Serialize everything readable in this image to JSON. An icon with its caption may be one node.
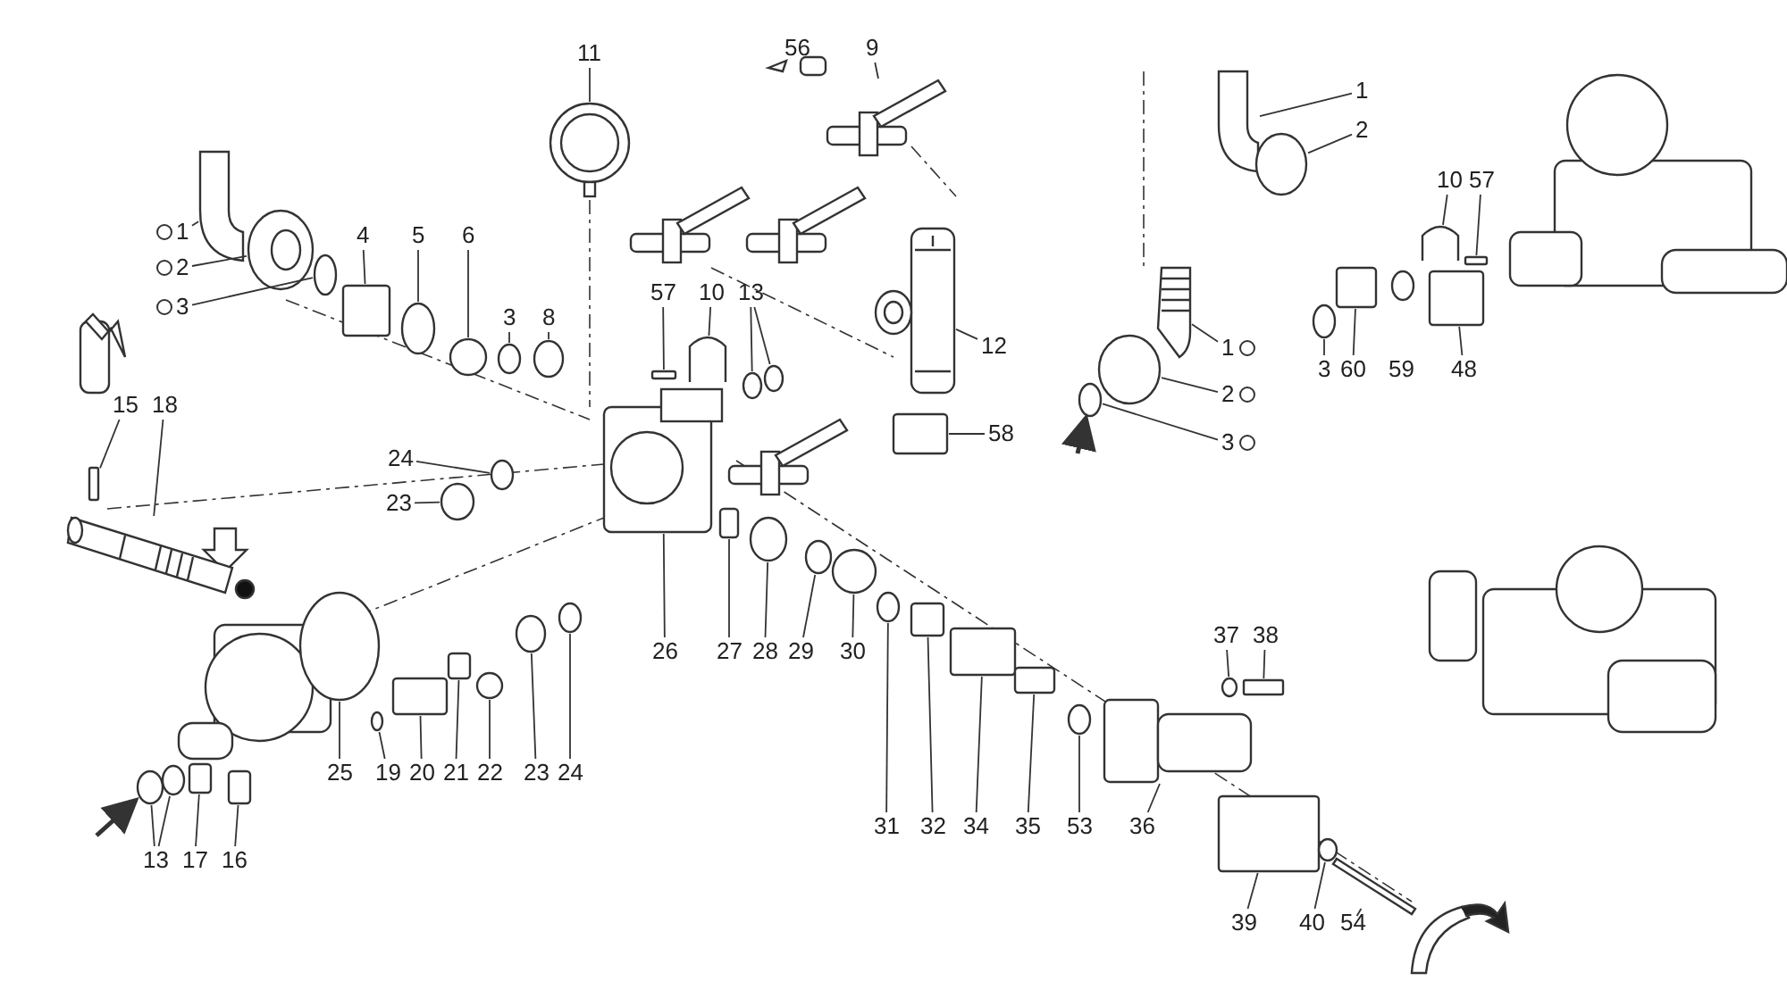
{
  "diagram": {
    "nodes": [
      {
        "text": [
          "11"
        ]
      },
      {
        "text": [
          "9"
        ]
      },
      {
        "text": [
          "1"
        ]
      },
      {
        "text": [
          "2"
        ]
      },
      {
        "text": [
          "3"
        ]
      },
      {
        "text": [
          "4"
        ]
      },
      {
        "text": [
          "5"
        ]
      },
      {
        "text": [
          "6"
        ]
      },
      {
        "text": [
          "3"
        ]
      },
      {
        "text": [
          "8"
        ]
      },
      {
        "text": [
          "57"
        ]
      },
      {
        "text": [
          "10"
        ]
      },
      {
        "text": [
          "13"
        ]
      },
      {
        "text": [
          "12"
        ]
      },
      {
        "text": [
          "58"
        ]
      },
      {
        "text": [
          "15"
        ]
      },
      {
        "text": [
          "18"
        ]
      },
      {
        "text": [
          "24"
        ]
      },
      {
        "text": [
          "23"
        ]
      },
      {
        "text": [
          "26"
        ]
      },
      {
        "text": [
          "27"
        ]
      },
      {
        "text": [
          "28"
        ]
      },
      {
        "text": [
          "29"
        ]
      },
      {
        "text": [
          "30"
        ]
      },
      {
        "text": [
          "25"
        ]
      },
      {
        "text": [
          "19"
        ]
      },
      {
        "text": [
          "20"
        ]
      },
      {
        "text": [
          "21"
        ]
      },
      {
        "text": [
          "22"
        ]
      },
      {
        "text": [
          "23"
        ]
      },
      {
        "text": [
          "24"
        ]
      },
      {
        "text": [
          "13"
        ]
      },
      {
        "text": [
          "17"
        ]
      },
      {
        "text": [
          "16"
        ]
      },
      {
        "text": [
          "31"
        ]
      },
      {
        "text": [
          "32"
        ]
      },
      {
        "text": [
          "34"
        ]
      },
      {
        "text": [
          "35"
        ]
      },
      {
        "text": [
          "53"
        ]
      },
      {
        "text": [
          "36"
        ]
      },
      {
        "text": [
          "37"
        ]
      },
      {
        "text": [
          "38"
        ]
      },
      {
        "text": [
          "39"
        ]
      },
      {
        "text": [
          "40"
        ]
      },
      {
        "text": [
          "54"
        ]
      },
      {
        "text": [
          "1"
        ]
      },
      {
        "text": [
          "2"
        ]
      },
      {
        "text": [
          "10"
        ]
      },
      {
        "text": [
          "57"
        ]
      },
      {
        "text": [
          "3"
        ]
      },
      {
        "text": [
          "60"
        ]
      },
      {
        "text": [
          "48"
        ]
      },
      {
        "text": [
          "1"
        ]
      },
      {
        "text": [
          "2"
        ]
      },
      {
        "text": [
          "3"
        ]
      },
      {
        "text": [],
        "shape": "picture"
      },
      {
        "text": [],
        "shape": "picture"
      },
      {
        "text": [],
        "shape": "picture"
      },
      {
        "text": [],
        "shape": "circle"
      },
      {
        "text": [],
        "shape": "circle"
      },
      {
        "text": [],
        "shape": "box"
      },
      {
        "text": [],
        "shape": "circle"
      },
      {
        "text": [],
        "shape": "circle"
      },
      {
        "text": [],
        "shape": "circle"
      },
      {
        "text": [],
        "shape": "circle"
      },
      {
        "text": [],
        "shape": "bar"
      },
      {
        "text": [],
        "shape": "picture"
      },
      {
        "text": [],
        "shape": "circle"
      },
      {
        "text": [],
        "shape": "picture"
      },
      {
        "text": [],
        "shape": "box"
      },
      {
        "text": [],
        "shape": "bar"
      },
      {
        "text": [],
        "shape": "picture"
      },
      {
        "text": [],
        "shape": "circle"
      },
      {
        "text": [],
        "shape": "circle"
      },
      {
        "text": [],
        "shape": "picture"
      },
      {
        "text": [],
        "shape": "box"
      },
      {
        "text": [],
        "shape": "circle"
      },
      {
        "text": [],
        "shape": "circle"
      },
      {
        "text": [],
        "shape": "circle"
      },
      {
        "text": [],
        "shape": "circle"
      },
      {
        "text": [],
        "shape": "circle"
      },
      {
        "text": [],
        "shape": "box"
      },
      {
        "text": [],
        "shape": "box"
      },
      {
        "text": [],
        "shape": "circle"
      },
      {
        "text": [],
        "shape": "circle"
      },
      {
        "text": [],
        "shape": "circle"
      },
      {
        "text": [],
        "shape": "circle"
      },
      {
        "text": [],
        "shape": "box"
      },
      {
        "text": [],
        "shape": "box"
      },
      {
        "text": [],
        "shape": "circle"
      },
      {
        "text": [],
        "shape": "box"
      },
      {
        "text": [],
        "shape": "box"
      },
      {
        "text": [],
        "shape": "box"
      },
      {
        "text": [],
        "shape": "circle"
      },
      {
        "text": [],
        "shape": "picture"
      },
      {
        "text": [],
        "shape": "circle"
      },
      {
        "text": [],
        "shape": "bar"
      },
      {
        "text": [],
        "shape": "box"
      },
      {
        "text": [],
        "shape": "circle"
      },
      {
        "text": [],
        "shape": "bar"
      },
      {
        "text": [],
        "shape": "picture"
      },
      {
        "text": [],
        "shape": "circle"
      },
      {
        "text": [],
        "shape": "picture"
      },
      {
        "text": [],
        "shape": "bar"
      },
      {
        "text": [],
        "shape": "circle"
      },
      {
        "text": [],
        "shape": "box"
      },
      {
        "text": [],
        "shape": "box"
      },
      {
        "text": [],
        "shape": "picture"
      },
      {
        "text": [],
        "shape": "circle"
      },
      {
        "text": [],
        "shape": "circle"
      },
      {
        "text": [],
        "shape": "circle"
      },
      {
        "text": [],
        "shape": "circle"
      }
    ],
    "edges": [
      {
        "from": 0,
        "to": 55,
        "arrow": "none"
      },
      {
        "from": 1,
        "to": 56,
        "arrow": "none"
      },
      {
        "from": 2,
        "to": 57,
        "arrow": "none"
      },
      {
        "from": 3,
        "to": 58,
        "arrow": "none"
      },
      {
        "from": 4,
        "to": 59,
        "arrow": "none"
      },
      {
        "from": 5,
        "to": 60,
        "arrow": "none"
      },
      {
        "from": 6,
        "to": 61,
        "arrow": "none"
      },
      {
        "from": 7,
        "to": 62,
        "arrow": "none"
      },
      {
        "from": 8,
        "to": 63,
        "arrow": "none"
      },
      {
        "from": 9,
        "to": 64,
        "arrow": "none"
      },
      {
        "from": 10,
        "to": 65,
        "arrow": "none"
      },
      {
        "from": 11,
        "to": 66,
        "arrow": "none"
      },
      {
        "from": 12,
        "to": 67,
        "arrow": "none"
      },
      {
        "from": 13,
        "to": 68,
        "arrow": "none"
      },
      {
        "from": 14,
        "to": 69,
        "arrow": "none"
      },
      {
        "from": 15,
        "to": 70,
        "arrow": "none"
      },
      {
        "from": 16,
        "to": 71,
        "arrow": "none"
      },
      {
        "from": 17,
        "to": 72,
        "arrow": "none"
      },
      {
        "from": 18,
        "to": 73,
        "arrow": "none"
      },
      {
        "from": 19,
        "to": 74,
        "arrow": "none"
      },
      {
        "from": 20,
        "to": 75,
        "arrow": "none"
      },
      {
        "from": 21,
        "to": 76,
        "arrow": "none"
      },
      {
        "from": 22,
        "to": 77,
        "arrow": "none"
      },
      {
        "from": 23,
        "to": 78,
        "arrow": "none"
      },
      {
        "from": 24,
        "to": 79,
        "arrow": "none"
      },
      {
        "from": 25,
        "to": 80,
        "arrow": "none"
      },
      {
        "from": 26,
        "to": 81,
        "arrow": "none"
      },
      {
        "from": 27,
        "to": 82,
        "arrow": "none"
      },
      {
        "from": 28,
        "to": 83,
        "arrow": "none"
      },
      {
        "from": 29,
        "to": 84,
        "arrow": "none"
      },
      {
        "from": 30,
        "to": 85,
        "arrow": "none"
      },
      {
        "from": 31,
        "to": 86,
        "arrow": "none"
      },
      {
        "from": 32,
        "to": 87,
        "arrow": "none"
      },
      {
        "from": 33,
        "to": 88,
        "arrow": "none"
      },
      {
        "from": 34,
        "to": 89,
        "arrow": "none"
      },
      {
        "from": 35,
        "to": 90,
        "arrow": "none"
      },
      {
        "from": 36,
        "to": 91,
        "arrow": "none"
      },
      {
        "from": 37,
        "to": 92,
        "arrow": "none"
      },
      {
        "from": 38,
        "to": 93,
        "arrow": "none"
      },
      {
        "from": 39,
        "to": 94,
        "arrow": "none"
      },
      {
        "from": 40,
        "to": 95,
        "arrow": "none"
      },
      {
        "from": 41,
        "to": 96,
        "arrow": "none"
      },
      {
        "from": 42,
        "to": 97,
        "arrow": "none"
      },
      {
        "from": 43,
        "to": 98,
        "arrow": "none"
      },
      {
        "from": 44,
        "to": 99,
        "arrow": "none"
      },
      {
        "from": 45,
        "to": 100,
        "arrow": "none"
      },
      {
        "from": 46,
        "to": 101,
        "arrow": "none"
      },
      {
        "from": 47,
        "to": 102,
        "arrow": "none"
      },
      {
        "from": 48,
        "to": 103,
        "arrow": "none"
      },
      {
        "from": 49,
        "to": 104,
        "arrow": "none"
      },
      {
        "from": 50,
        "to": 105,
        "arrow": "none"
      },
      {
        "from": 51,
        "to": 106,
        "arrow": "none"
      },
      {
        "from": 52,
        "to": 107,
        "arrow": "none"
      },
      {
        "from": 53,
        "to": 108,
        "arrow": "none"
      },
      {
        "from": 54,
        "to": 109,
        "arrow": "none"
      },
      {
        "from": 12,
        "to": 110,
        "arrow": "none"
      },
      {
        "from": 31,
        "to": 111,
        "arrow": "none"
      },
      {
        "from": null,
        "to": 86,
        "arrow": "to",
        "style": "thick"
      },
      {
        "from": null,
        "to": 109,
        "arrow": "to",
        "style": "thick"
      }
    ],
    "labels": [
      "56",
      "59"
    ]
  }
}
